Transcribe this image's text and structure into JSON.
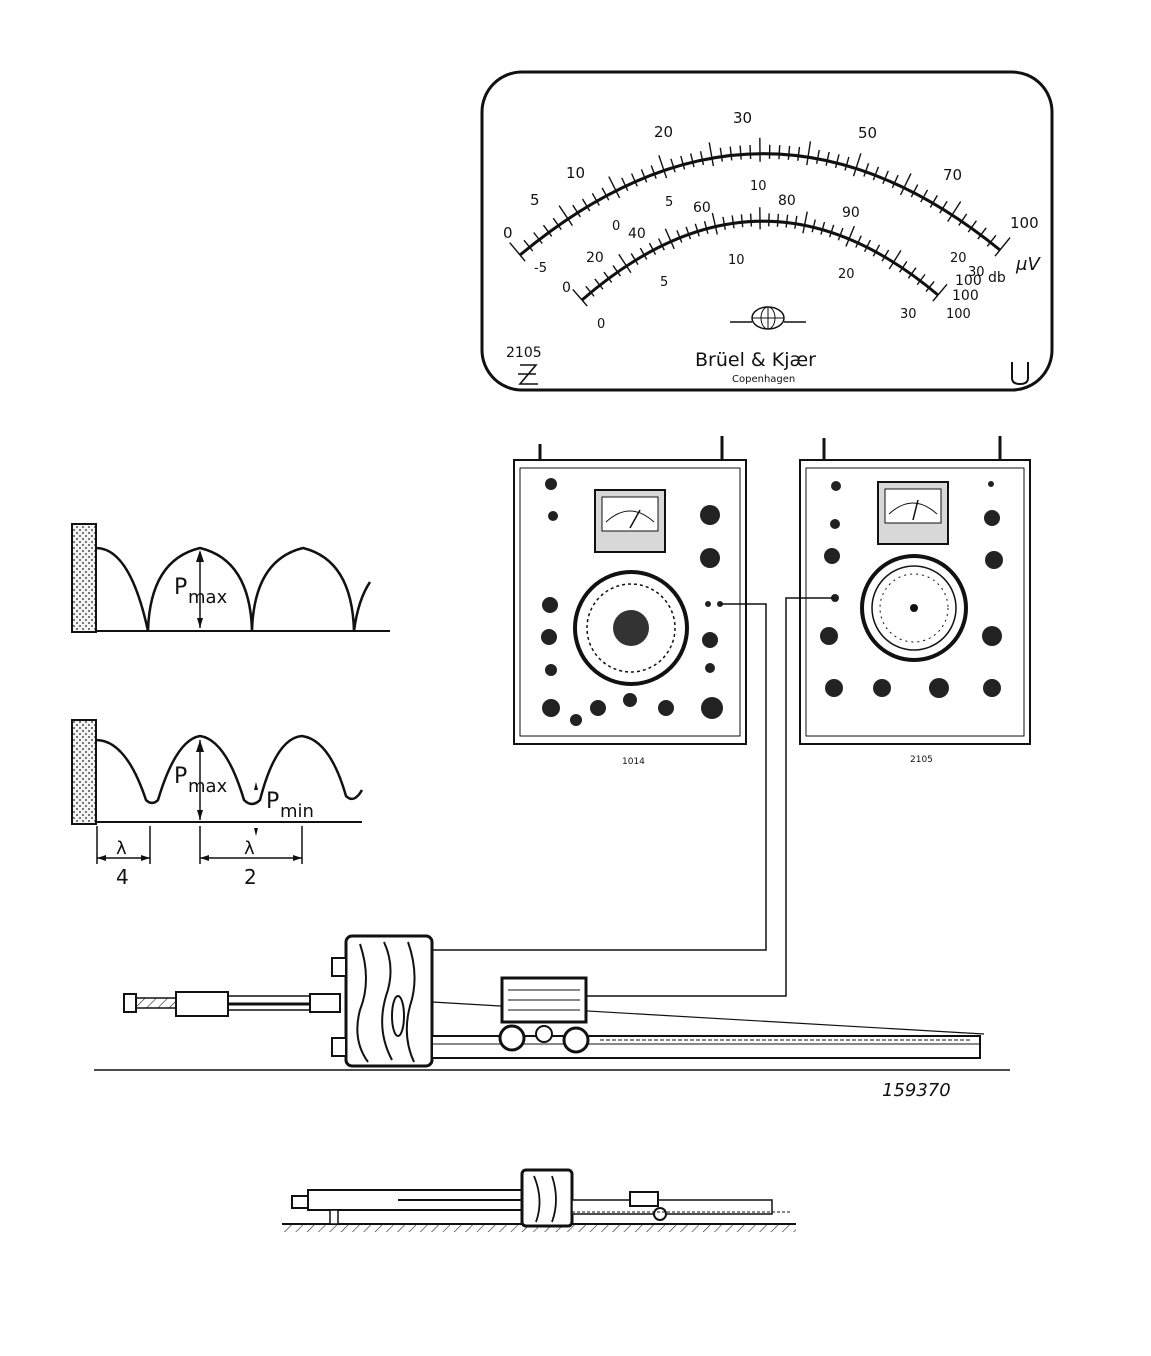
{
  "meter": {
    "top_scale": [
      "0",
      "5",
      "10",
      "20",
      "30",
      "50",
      "70",
      "100"
    ],
    "top_unit": "μV",
    "db_scale": [
      "-5",
      "0",
      "5",
      "10",
      "20",
      "30"
    ],
    "db_unit": "db",
    "lower_scale": [
      "0",
      "20",
      "40",
      "60",
      "80",
      "90",
      "100"
    ],
    "lower_unit": "100",
    "bottom_scale": [
      "0",
      "5",
      "10",
      "20",
      "30"
    ],
    "bottom_unit": "100",
    "brand": "Brüel & Kjær",
    "city": "Copenhagen",
    "model": "2105"
  },
  "instruments": {
    "left_label": "1014",
    "right_label": "2105"
  },
  "waves": {
    "pmax": "P",
    "pmax_sub": "max",
    "pmin": "P",
    "pmin_sub": "min",
    "lambda": "λ",
    "quarter_den": "4",
    "half_den": "2"
  },
  "figure_number": "159370"
}
